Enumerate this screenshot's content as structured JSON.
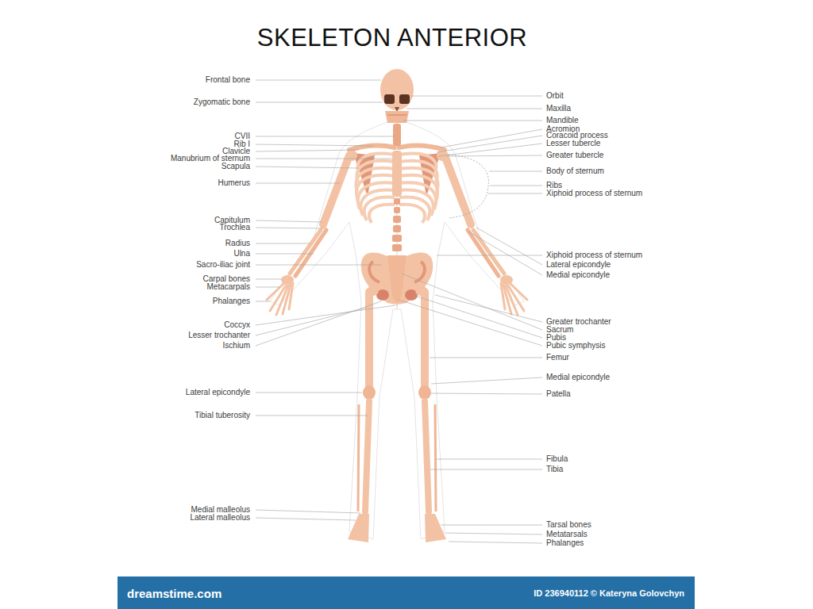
{
  "diagram": {
    "title": "SKELETON ANTERIOR",
    "labels": [
      "Frontal bone",
      "Zygomatic bone",
      "CVII",
      "Rib I",
      "Clavicle",
      "Manubrium of sternum",
      "Scapula",
      "Humerus",
      "Capitulum",
      "Trochlea",
      "Radius",
      "Ulna",
      "Sacro-iliac joint",
      "Carpal bones",
      "Metacarpals",
      "Phalanges",
      "Coccyx",
      "Lesser trochanter",
      "Ischium",
      "Lateral epicondyle",
      "Tibial tuberosity",
      "Medial malleolus",
      "Lateral malleolus",
      "Orbit",
      "Maxilla",
      "Mandible",
      "Acromion",
      "Coracoid process",
      "Lesser tubercle",
      "Greater tubercle",
      "Body of sternum",
      "Ribs",
      "Xiphoid process of sternum",
      "Xiphoid process of sternum",
      "Lateral epicondyle",
      "Medial epicondyle",
      "Greater trochanter",
      "Sacrum",
      "Pubis",
      "Pubic symphysis",
      "Femur",
      "Medial epicondyle",
      "Patella",
      "Fibula",
      "Tibia",
      "Tarsal bones",
      "Metatarsals",
      "Phalanges",
      "dreamstime.com",
      "ID 236940112 © Kateryna Golovchyn"
    ]
  }
}
